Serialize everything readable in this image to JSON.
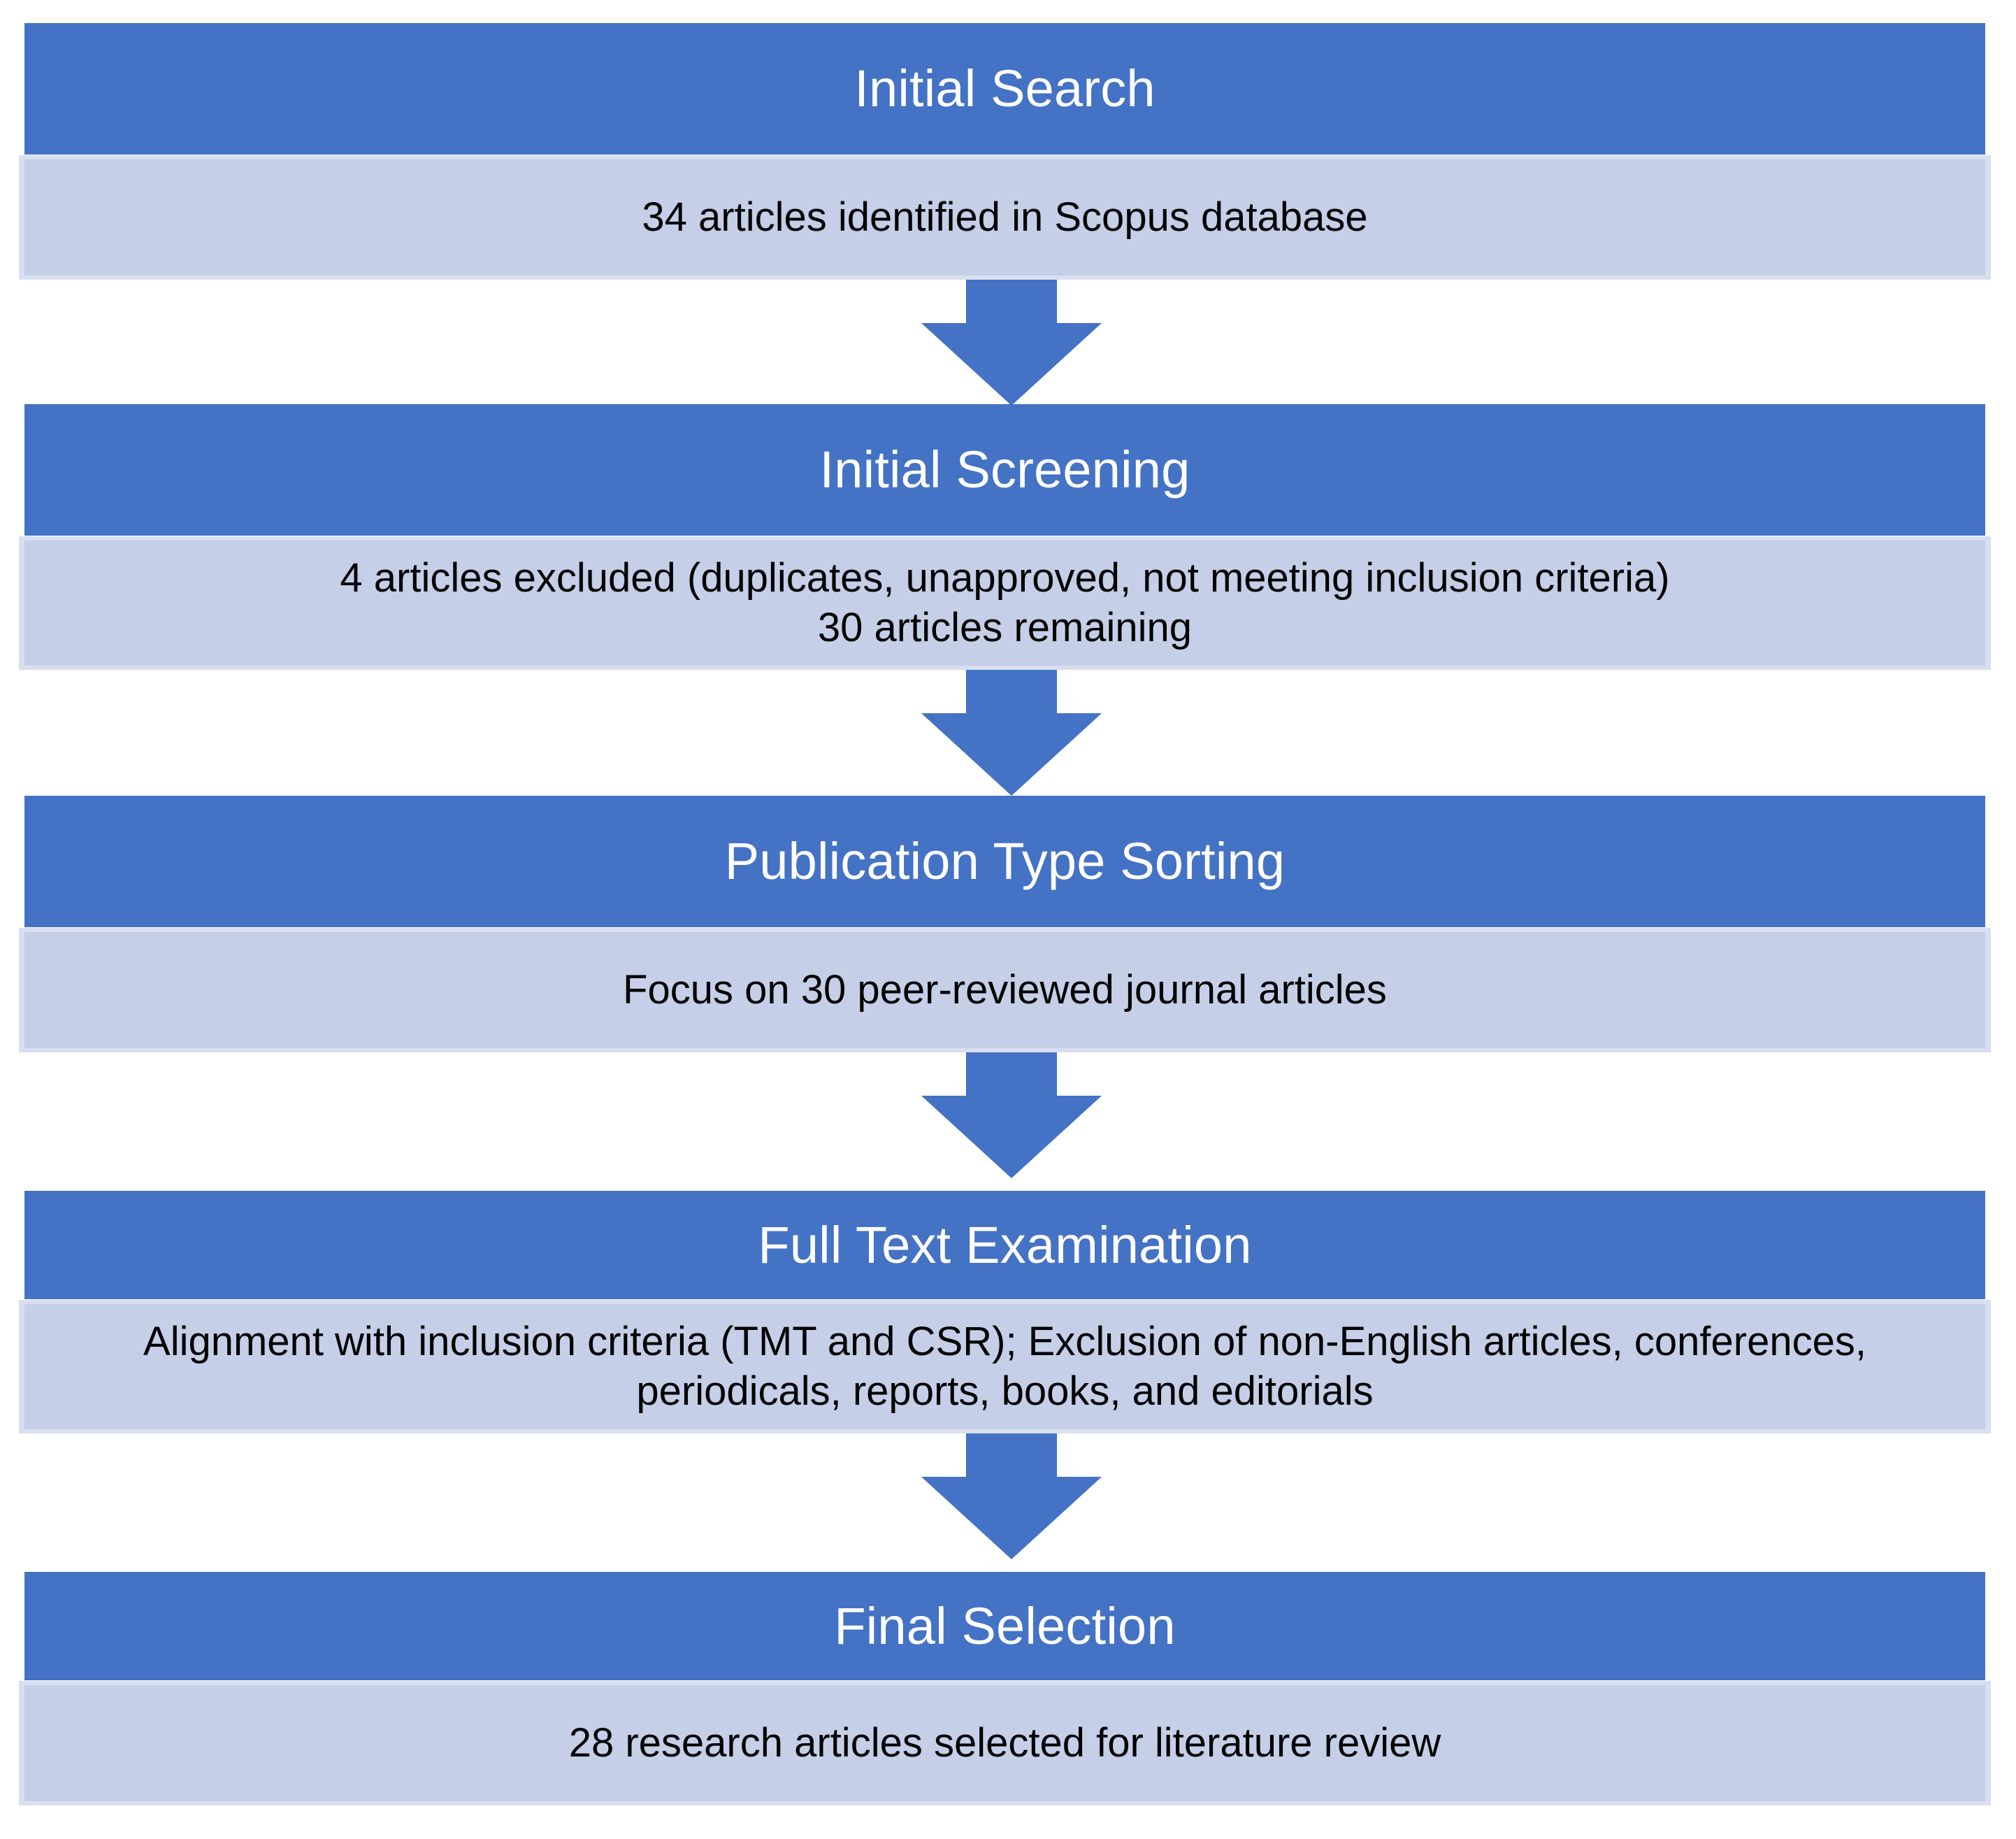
{
  "diagram": {
    "type": "flowchart",
    "orientation": "vertical-top-down",
    "title_shown": false,
    "colors": {
      "header_fill": "#4472C4",
      "body_fill": "#C5CFE7",
      "body_edge": "#D9DFF0",
      "header_text": "#FFFFFF",
      "body_text": "#000000",
      "arrow_fill": "#4472C4",
      "background": "#FFFFFF"
    },
    "stages": [
      {
        "header": "Initial Search",
        "body": "34 articles identified in Scopus database"
      },
      {
        "header": "Initial Screening",
        "body": "4 articles excluded (duplicates, unapproved, not meeting inclusion criteria)\n30 articles remaining"
      },
      {
        "header": "Publication Type Sorting",
        "body": "Focus on 30 peer-reviewed journal articles"
      },
      {
        "header": "Full Text Examination",
        "body": "Alignment with inclusion criteria (TMT and CSR);  Exclusion of non-English articles, conferences,\nperiodicals, reports, books, and editorials"
      },
      {
        "header": "Final Selection",
        "body": "28 research articles selected for literature review"
      }
    ],
    "connectors": [
      {
        "from": "Initial Search",
        "to": "Initial Screening",
        "icon": "down-arrow-icon"
      },
      {
        "from": "Initial Screening",
        "to": "Publication Type Sorting",
        "icon": "down-arrow-icon"
      },
      {
        "from": "Publication Type Sorting",
        "to": "Full Text Examination",
        "icon": "down-arrow-icon"
      },
      {
        "from": "Full Text Examination",
        "to": "Final Selection",
        "icon": "down-arrow-icon"
      }
    ]
  }
}
